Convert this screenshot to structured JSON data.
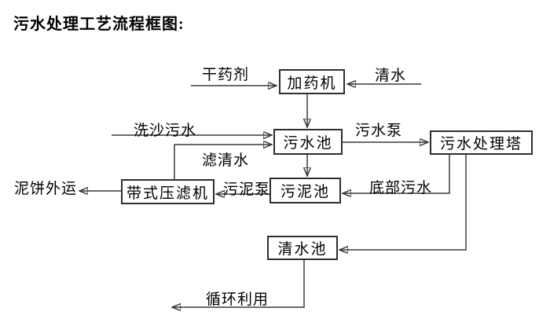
{
  "page": {
    "title": "污水处理工艺流程框图:"
  },
  "colors": {
    "background": "#ffffff",
    "line": "#3a3a3a",
    "text": "#000000",
    "box_border": "#2e2e2e"
  },
  "diagram": {
    "nodes": {
      "dosing_machine": "加药机",
      "sewage_pool": "污水池",
      "treatment_tower": "污水处理塔",
      "sludge_pool": "污泥池",
      "belt_filter_press": "带式压滤机",
      "clean_water_pool": "清水池"
    },
    "labels": {
      "dry_agent": "干药剂",
      "clean_water": "清水",
      "sand_washing_sewage": "洗沙污水",
      "filtered_water": "滤清水",
      "sewage_pump": "污水泵",
      "sludge_pump": "污泥泵",
      "bottom_sewage": "底部污水",
      "mud_cake_out": "泥饼外运",
      "recycle": "循环利用"
    },
    "edges": [
      {
        "from": "dry_agent_input",
        "to": "dosing_machine",
        "label": "干药剂"
      },
      {
        "from": "clean_water_input",
        "to": "dosing_machine",
        "label": "清水"
      },
      {
        "from": "dosing_machine",
        "to": "sewage_pool",
        "label": ""
      },
      {
        "from": "sand_washing_sewage_input",
        "to": "sewage_pool",
        "label": "洗沙污水"
      },
      {
        "from": "belt_filter_press",
        "to": "sewage_pool",
        "label": "滤清水"
      },
      {
        "from": "sewage_pool",
        "to": "treatment_tower",
        "label": "污水泵"
      },
      {
        "from": "sewage_pool",
        "to": "sludge_pool",
        "label": ""
      },
      {
        "from": "treatment_tower",
        "to": "sludge_pool",
        "label": "底部污水"
      },
      {
        "from": "sludge_pool",
        "to": "belt_filter_press",
        "label": "污泥泵"
      },
      {
        "from": "belt_filter_press",
        "to": "mud_cake_outlet",
        "label": "泥饼外运"
      },
      {
        "from": "treatment_tower",
        "to": "clean_water_pool",
        "label": ""
      },
      {
        "from": "clean_water_pool",
        "to": "recycle_outlet",
        "label": "循环利用"
      }
    ]
  }
}
